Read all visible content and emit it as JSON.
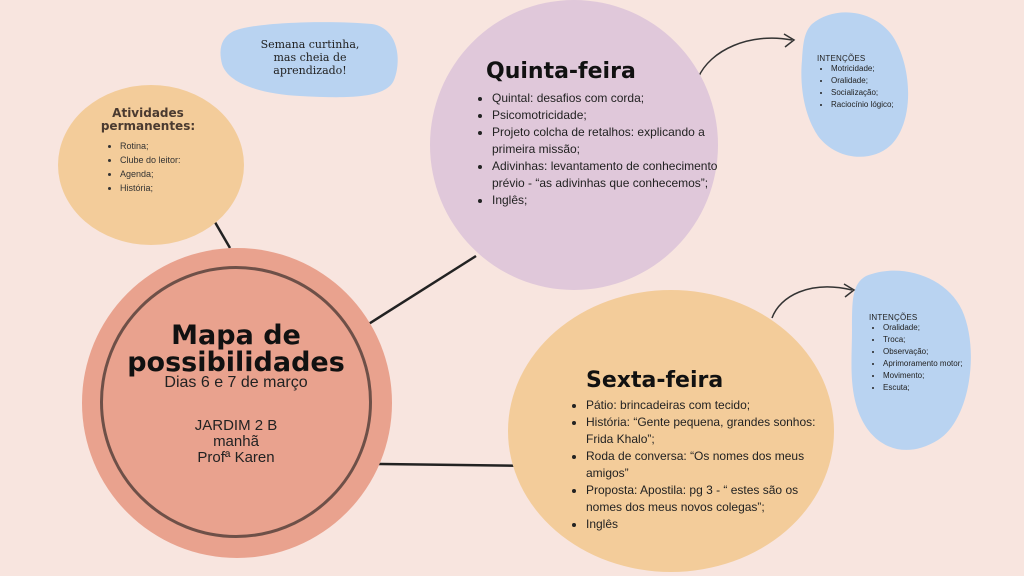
{
  "note": "Semana curtinha, mas cheia de aprendizado!",
  "permanent": {
    "title": "Atividades permanentes:",
    "items": [
      "Rotina;",
      "Clube do leitor:",
      "Agenda;",
      "História;"
    ]
  },
  "thursday": {
    "title": "Quinta-feira",
    "items": [
      "Quintal: desafios com corda;",
      "Psicomotricidade;",
      "Projeto colcha de retalhos: explicando a primeira missão;",
      "Adivinhas: levantamento de conhecimento prévio - “as adivinhas que conhecemos”;",
      "Inglês;"
    ]
  },
  "intentions_thursday": {
    "title": "INTENÇÕES",
    "items": [
      "Motricidade;",
      "Oralidade;",
      "Socialização;",
      "Raciocínio lógico;"
    ]
  },
  "friday": {
    "title": "Sexta-feira",
    "items": [
      "Pátio: brincadeiras com tecido;",
      "História: “Gente pequena, grandes sonhos: Frida Khalo”;",
      "Roda de conversa: “Os nomes dos meus amigos”",
      "Proposta: Apostila: pg 3 - “ estes são os nomes dos meus novos colegas”;",
      "Inglês"
    ]
  },
  "intentions_friday": {
    "title": "INTENÇÕES",
    "items": [
      "Oralidade;",
      "Troca;",
      "Observação;",
      "Aprimoramento motor;",
      "Movimento;",
      "Escuta;"
    ]
  },
  "central": {
    "title": "Mapa de possibilidades",
    "dates": "Dias 6 e 7 de março",
    "class_line": "JARDIM 2 B",
    "shift_line": "manhã",
    "teacher_line": "Profª Karen"
  },
  "colors": {
    "background": "#f8e5df",
    "central": "#e9a28e",
    "peach": "#f3cc9a",
    "lilac": "#e0c8da",
    "blue": "#b9d3f1"
  }
}
